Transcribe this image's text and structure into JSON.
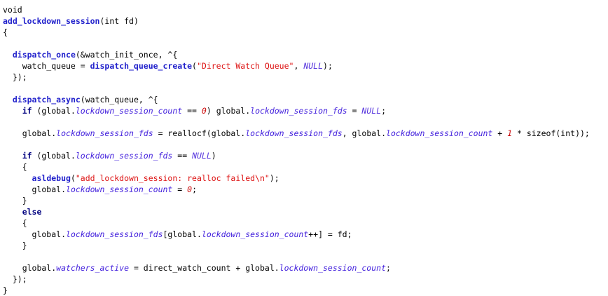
{
  "document": {
    "kind": "source-code-listing",
    "language": "C",
    "background_color": "#ffffff",
    "palette": {
      "plain": "#000000",
      "keyword": "#00007f",
      "function": "#2222cc",
      "member": "#4422dd",
      "string": "#dd1111",
      "number": "#cc1111",
      "null_literal": "#5533dd"
    }
  },
  "code": {
    "lines": [
      {
        "index": 1,
        "text": "void",
        "tokens": [
          {
            "t": "void",
            "c": "plain"
          }
        ]
      },
      {
        "index": 2,
        "text": "add_lockdown_session(int fd)",
        "tokens": [
          {
            "t": "add_lockdown_session",
            "c": "function"
          },
          {
            "t": "(int fd)",
            "c": "plain"
          }
        ]
      },
      {
        "index": 3,
        "text": "{",
        "tokens": [
          {
            "t": "{",
            "c": "plain"
          }
        ]
      },
      {
        "index": 4,
        "text": "",
        "tokens": []
      },
      {
        "index": 5,
        "text": "  dispatch_once(&watch_init_once, ^{",
        "tokens": [
          {
            "t": "  ",
            "c": "plain"
          },
          {
            "t": "dispatch_once",
            "c": "function"
          },
          {
            "t": "(&watch_init_once, ^{",
            "c": "plain"
          }
        ]
      },
      {
        "index": 6,
        "text": "    watch_queue = dispatch_queue_create(\"Direct Watch Queue\", NULL);",
        "tokens": [
          {
            "t": "    watch_queue = ",
            "c": "plain"
          },
          {
            "t": "dispatch_queue_create",
            "c": "function"
          },
          {
            "t": "(",
            "c": "plain"
          },
          {
            "t": "\"Direct Watch Queue\"",
            "c": "string"
          },
          {
            "t": ", ",
            "c": "plain"
          },
          {
            "t": "NULL",
            "c": "null_literal"
          },
          {
            "t": ");",
            "c": "plain"
          }
        ]
      },
      {
        "index": 7,
        "text": "  });",
        "tokens": [
          {
            "t": "  });",
            "c": "plain"
          }
        ]
      },
      {
        "index": 8,
        "text": "",
        "tokens": []
      },
      {
        "index": 9,
        "text": "  dispatch_async(watch_queue, ^{",
        "tokens": [
          {
            "t": "  ",
            "c": "plain"
          },
          {
            "t": "dispatch_async",
            "c": "function"
          },
          {
            "t": "(watch_queue, ^{",
            "c": "plain"
          }
        ]
      },
      {
        "index": 10,
        "text": "    if (global.lockdown_session_count == 0) global.lockdown_session_fds = NULL;",
        "tokens": [
          {
            "t": "    ",
            "c": "plain"
          },
          {
            "t": "if",
            "c": "keyword"
          },
          {
            "t": " (global.",
            "c": "plain"
          },
          {
            "t": "lockdown_session_count",
            "c": "member"
          },
          {
            "t": " == ",
            "c": "plain"
          },
          {
            "t": "0",
            "c": "number"
          },
          {
            "t": ") global.",
            "c": "plain"
          },
          {
            "t": "lockdown_session_fds",
            "c": "member"
          },
          {
            "t": " = ",
            "c": "plain"
          },
          {
            "t": "NULL",
            "c": "null_literal"
          },
          {
            "t": ";",
            "c": "plain"
          }
        ]
      },
      {
        "index": 11,
        "text": "",
        "tokens": []
      },
      {
        "index": 12,
        "text": "    global.lockdown_session_fds = reallocf(global.lockdown_session_fds, global.lockdown_session_count + 1 * sizeof(int));",
        "tokens": [
          {
            "t": "    global.",
            "c": "plain"
          },
          {
            "t": "lockdown_session_fds",
            "c": "member"
          },
          {
            "t": " = reallocf(global.",
            "c": "plain"
          },
          {
            "t": "lockdown_session_fds",
            "c": "member"
          },
          {
            "t": ", global.",
            "c": "plain"
          },
          {
            "t": "lockdown_session_count",
            "c": "member"
          },
          {
            "t": " + ",
            "c": "plain"
          },
          {
            "t": "1",
            "c": "number"
          },
          {
            "t": " * sizeof(int));",
            "c": "plain"
          }
        ]
      },
      {
        "index": 13,
        "text": "",
        "tokens": []
      },
      {
        "index": 14,
        "text": "    if (global.lockdown_session_fds == NULL)",
        "tokens": [
          {
            "t": "    ",
            "c": "plain"
          },
          {
            "t": "if",
            "c": "keyword"
          },
          {
            "t": " (global.",
            "c": "plain"
          },
          {
            "t": "lockdown_session_fds",
            "c": "member"
          },
          {
            "t": " == ",
            "c": "plain"
          },
          {
            "t": "NULL",
            "c": "null_literal"
          },
          {
            "t": ")",
            "c": "plain"
          }
        ]
      },
      {
        "index": 15,
        "text": "    {",
        "tokens": [
          {
            "t": "    {",
            "c": "plain"
          }
        ]
      },
      {
        "index": 16,
        "text": "      asldebug(\"add_lockdown_session: realloc failed\\n\");",
        "tokens": [
          {
            "t": "      ",
            "c": "plain"
          },
          {
            "t": "asldebug",
            "c": "function"
          },
          {
            "t": "(",
            "c": "plain"
          },
          {
            "t": "\"add_lockdown_session: realloc failed\\n\"",
            "c": "string"
          },
          {
            "t": ");",
            "c": "plain"
          }
        ]
      },
      {
        "index": 17,
        "text": "      global.lockdown_session_count = 0;",
        "tokens": [
          {
            "t": "      global.",
            "c": "plain"
          },
          {
            "t": "lockdown_session_count",
            "c": "member"
          },
          {
            "t": " = ",
            "c": "plain"
          },
          {
            "t": "0",
            "c": "number"
          },
          {
            "t": ";",
            "c": "plain"
          }
        ]
      },
      {
        "index": 18,
        "text": "    }",
        "tokens": [
          {
            "t": "    }",
            "c": "plain"
          }
        ]
      },
      {
        "index": 19,
        "text": "    else",
        "tokens": [
          {
            "t": "    ",
            "c": "plain"
          },
          {
            "t": "else",
            "c": "keyword"
          }
        ]
      },
      {
        "index": 20,
        "text": "    {",
        "tokens": [
          {
            "t": "    {",
            "c": "plain"
          }
        ]
      },
      {
        "index": 21,
        "text": "      global.lockdown_session_fds[global.lockdown_session_count++] = fd;",
        "tokens": [
          {
            "t": "      global.",
            "c": "plain"
          },
          {
            "t": "lockdown_session_fds",
            "c": "member"
          },
          {
            "t": "[global.",
            "c": "plain"
          },
          {
            "t": "lockdown_session_count",
            "c": "member"
          },
          {
            "t": "++] = fd;",
            "c": "plain"
          }
        ]
      },
      {
        "index": 22,
        "text": "    }",
        "tokens": [
          {
            "t": "    }",
            "c": "plain"
          }
        ]
      },
      {
        "index": 23,
        "text": "",
        "tokens": []
      },
      {
        "index": 24,
        "text": "    global.watchers_active = direct_watch_count + global.lockdown_session_count;",
        "tokens": [
          {
            "t": "    global.",
            "c": "plain"
          },
          {
            "t": "watchers_active",
            "c": "member"
          },
          {
            "t": " = direct_watch_count + global.",
            "c": "plain"
          },
          {
            "t": "lockdown_session_count",
            "c": "member"
          },
          {
            "t": ";",
            "c": "plain"
          }
        ]
      },
      {
        "index": 25,
        "text": "  });",
        "tokens": [
          {
            "t": "  });",
            "c": "plain"
          }
        ]
      },
      {
        "index": 26,
        "text": "}",
        "tokens": [
          {
            "t": "}",
            "c": "plain"
          }
        ]
      }
    ]
  }
}
